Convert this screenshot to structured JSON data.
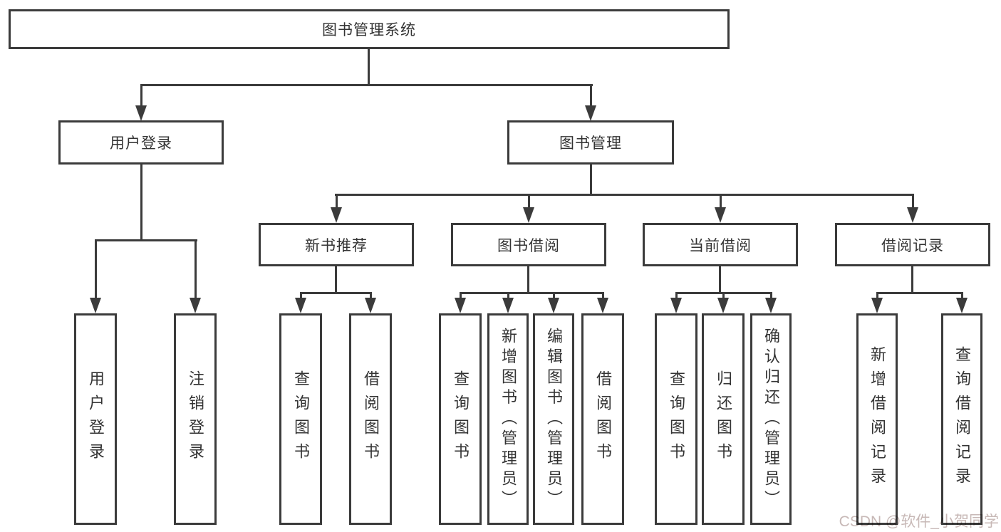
{
  "diagram": {
    "root": {
      "label": "图书管理系统"
    },
    "user_login": {
      "label": "用户登录",
      "children": [
        {
          "label": "用户登录"
        },
        {
          "label": "注销登录"
        }
      ]
    },
    "book_mgmt": {
      "label": "图书管理",
      "sections": [
        {
          "label": "新书推荐",
          "children": [
            {
              "label": "查询图书"
            },
            {
              "label": "借阅图书"
            }
          ]
        },
        {
          "label": "图书借阅",
          "children": [
            {
              "label": "查询图书"
            },
            {
              "label": "新增图书（管理员）"
            },
            {
              "label": "编辑图书（管理员）"
            },
            {
              "label": "借阅图书"
            }
          ]
        },
        {
          "label": "当前借阅",
          "children": [
            {
              "label": "查询图书"
            },
            {
              "label": "归还图书"
            },
            {
              "label": "确认归还（管理员）"
            }
          ]
        },
        {
          "label": "借阅记录",
          "children": [
            {
              "label": "新增借阅记录"
            },
            {
              "label": "查询借阅记录"
            }
          ]
        }
      ]
    }
  },
  "watermark": {
    "text": "CSDN @软件_小贺同学"
  },
  "colors": {
    "line": "#3b3b3b",
    "text": "#333333",
    "box_fill": "#ffffff",
    "background": "#ffffff",
    "watermark": "#c7b8b6"
  }
}
